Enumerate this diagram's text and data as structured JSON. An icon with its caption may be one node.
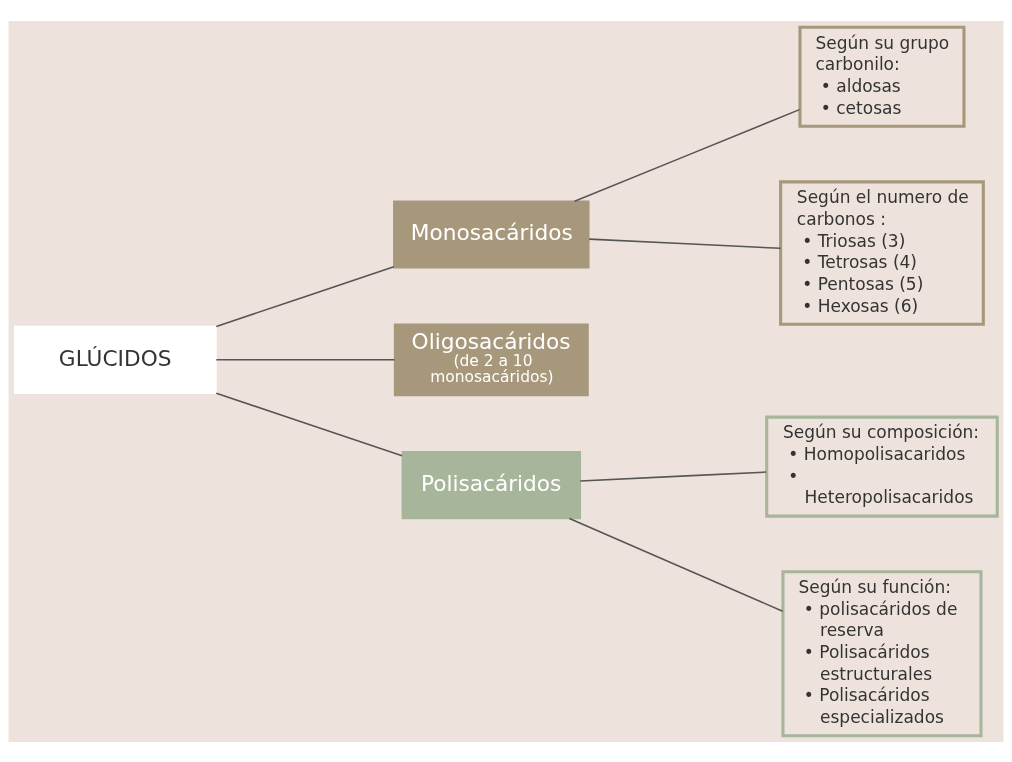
{
  "diagram": {
    "nodes": [
      {
        "text": [
          "GLÚCIDOS"
        ]
      },
      {
        "text": [
          "Monosacáridos"
        ]
      },
      {
        "text": [
          "Oligosacáridos",
          "(de 2 a 10 monosacáridos)"
        ]
      },
      {
        "text": [
          "Polisacáridos"
        ]
      },
      {
        "text": [
          "Según su grupo carbonilo:",
          "• aldosas",
          "• cetosas"
        ]
      },
      {
        "text": [
          "Según el numero de carbonos :",
          "• Triosas (3)",
          "• Tetrosas (4)",
          "• Pentosas (5)",
          "• Hexosas (6)"
        ]
      },
      {
        "text": [
          "Según su composición:",
          "• Homopolisacaridos",
          "• Heteropolisacaridos"
        ]
      },
      {
        "text": [
          "Según su función:",
          "• polisacáridos de reserva",
          "• Polisacáridos estructurales",
          "• Polisacáridos especializados"
        ]
      }
    ],
    "edges": [
      {
        "from": 0,
        "to": 1,
        "arrow": "none"
      },
      {
        "from": 0,
        "to": 2,
        "arrow": "none"
      },
      {
        "from": 0,
        "to": 3,
        "arrow": "none"
      },
      {
        "from": 1,
        "to": 4,
        "arrow": "none"
      },
      {
        "from": 1,
        "to": 5,
        "arrow": "none"
      },
      {
        "from": 3,
        "to": 6,
        "arrow": "none"
      },
      {
        "from": 3,
        "to": 7,
        "arrow": "none"
      }
    ]
  }
}
